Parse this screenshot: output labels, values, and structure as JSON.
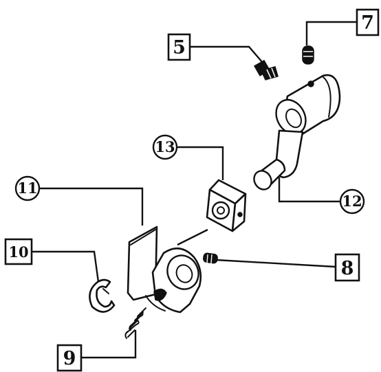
{
  "callouts": {
    "c5": "5",
    "c7": "7",
    "c8": "8",
    "c9": "9",
    "c10": "10",
    "c11": "11",
    "c12": "12",
    "c13": "13"
  }
}
